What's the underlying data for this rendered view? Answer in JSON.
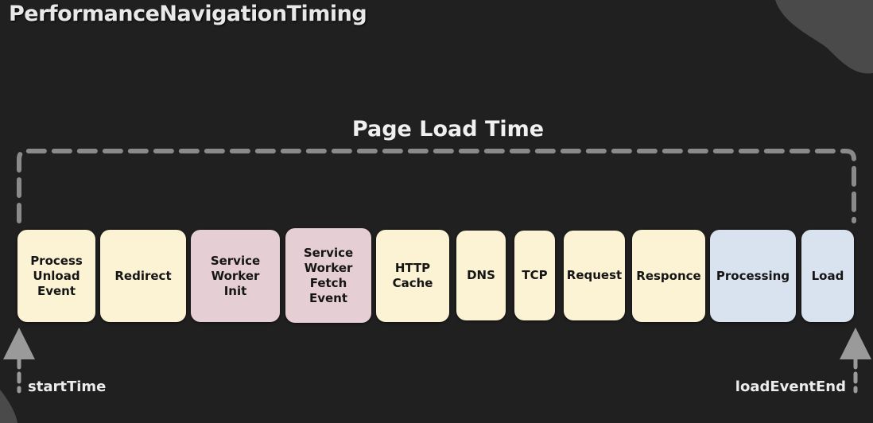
{
  "title": "PerformanceNavigationTiming",
  "frame_label": "Page Load Time",
  "start_label": "startTime",
  "end_label": "loadEventEnd",
  "colors": {
    "background": "#202020",
    "dashes": "#8a8a8a",
    "arrow": "#9a9a9a",
    "blob": "#4a4a4a",
    "phase_yellow": "#fcf2d4",
    "phase_pink": "#e6cfd4",
    "phase_blue": "#d9e3f0"
  },
  "phases": [
    {
      "label": "Process\nUnload\nEvent",
      "color": "phase_yellow"
    },
    {
      "label": "Redirect",
      "color": "phase_yellow"
    },
    {
      "label": "Service\nWorker\nInit",
      "color": "phase_pink"
    },
    {
      "label": "Service\nWorker\nFetch\nEvent",
      "color": "phase_pink"
    },
    {
      "label": "HTTP\nCache",
      "color": "phase_yellow"
    },
    {
      "label": "DNS",
      "color": "phase_yellow"
    },
    {
      "label": "TCP",
      "color": "phase_yellow"
    },
    {
      "label": "Request",
      "color": "phase_yellow"
    },
    {
      "label": "Responce",
      "color": "phase_yellow"
    },
    {
      "label": "Processing",
      "color": "phase_blue"
    },
    {
      "label": "Load",
      "color": "phase_blue"
    }
  ]
}
